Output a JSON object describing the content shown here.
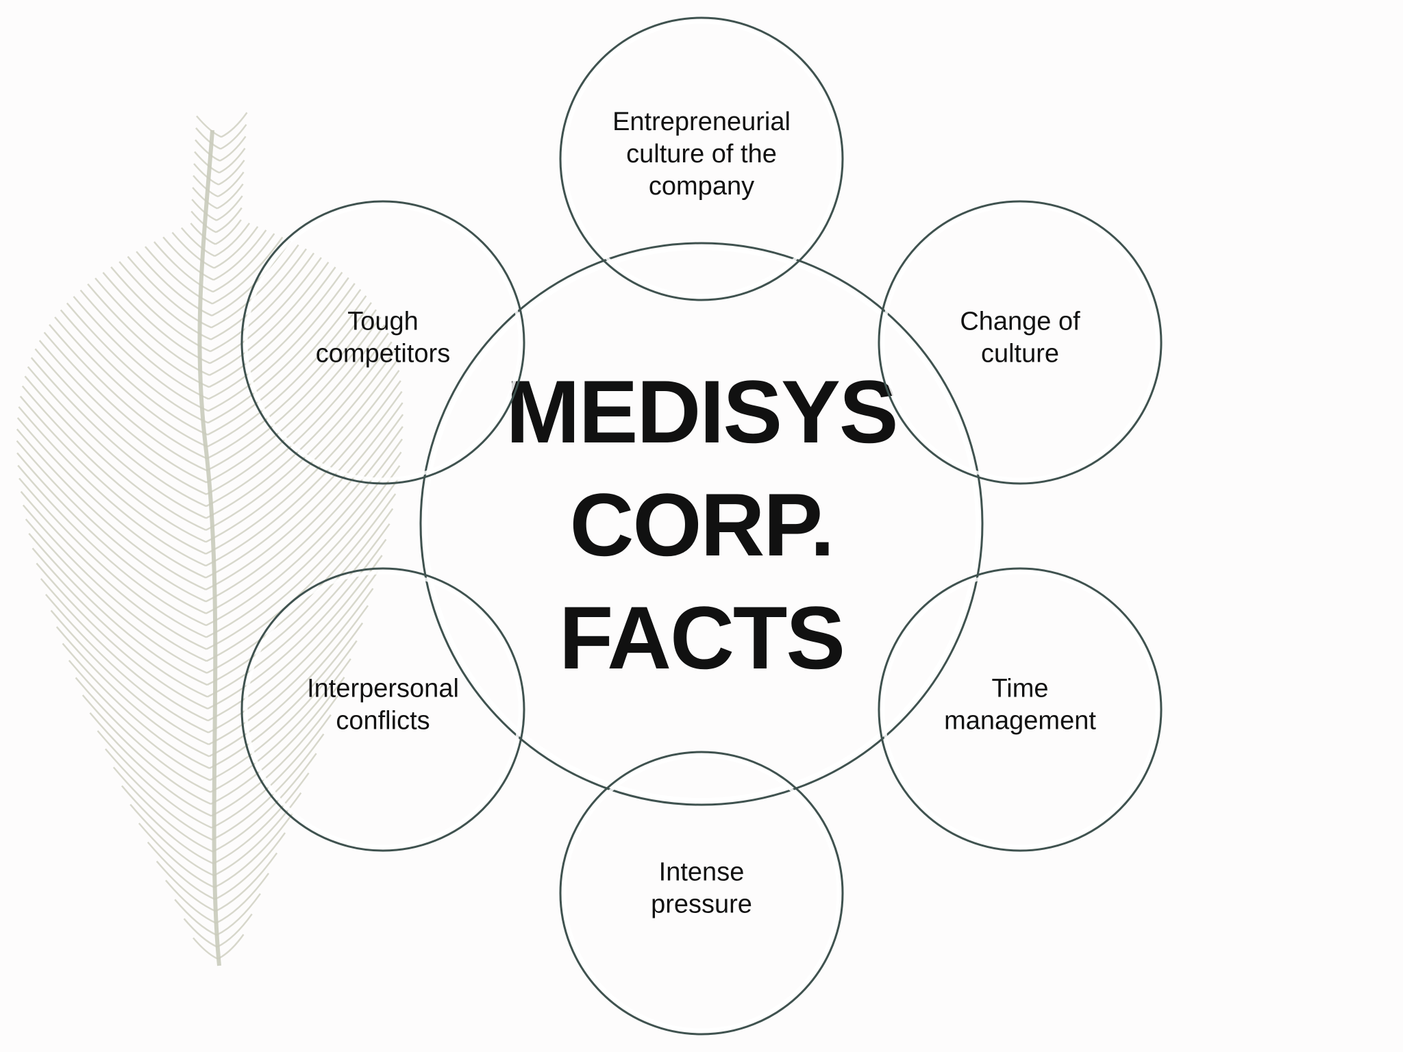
{
  "diagram": {
    "center": {
      "lines": [
        "MEDISYS",
        "CORP.",
        "FACTS"
      ]
    },
    "nodes": [
      {
        "id": "top",
        "lines": [
          "Entrepreneurial",
          "culture of the",
          "company"
        ]
      },
      {
        "id": "top-right",
        "lines": [
          "Change of",
          "culture"
        ]
      },
      {
        "id": "bottom-right",
        "lines": [
          "Time",
          "management"
        ]
      },
      {
        "id": "bottom",
        "lines": [
          "Intense",
          "pressure"
        ]
      },
      {
        "id": "bottom-left",
        "lines": [
          "Interpersonal",
          "conflicts"
        ]
      },
      {
        "id": "top-left",
        "lines": [
          "Tough",
          "competitors"
        ]
      }
    ]
  },
  "colors": {
    "bubble_fill": "#e9eff0",
    "bubble_stroke": "#3f524f",
    "text": "#111111",
    "background": "#fdfcfc",
    "feather": "#c9cbbb"
  },
  "decoration": {
    "background_icon": "feather-icon"
  }
}
